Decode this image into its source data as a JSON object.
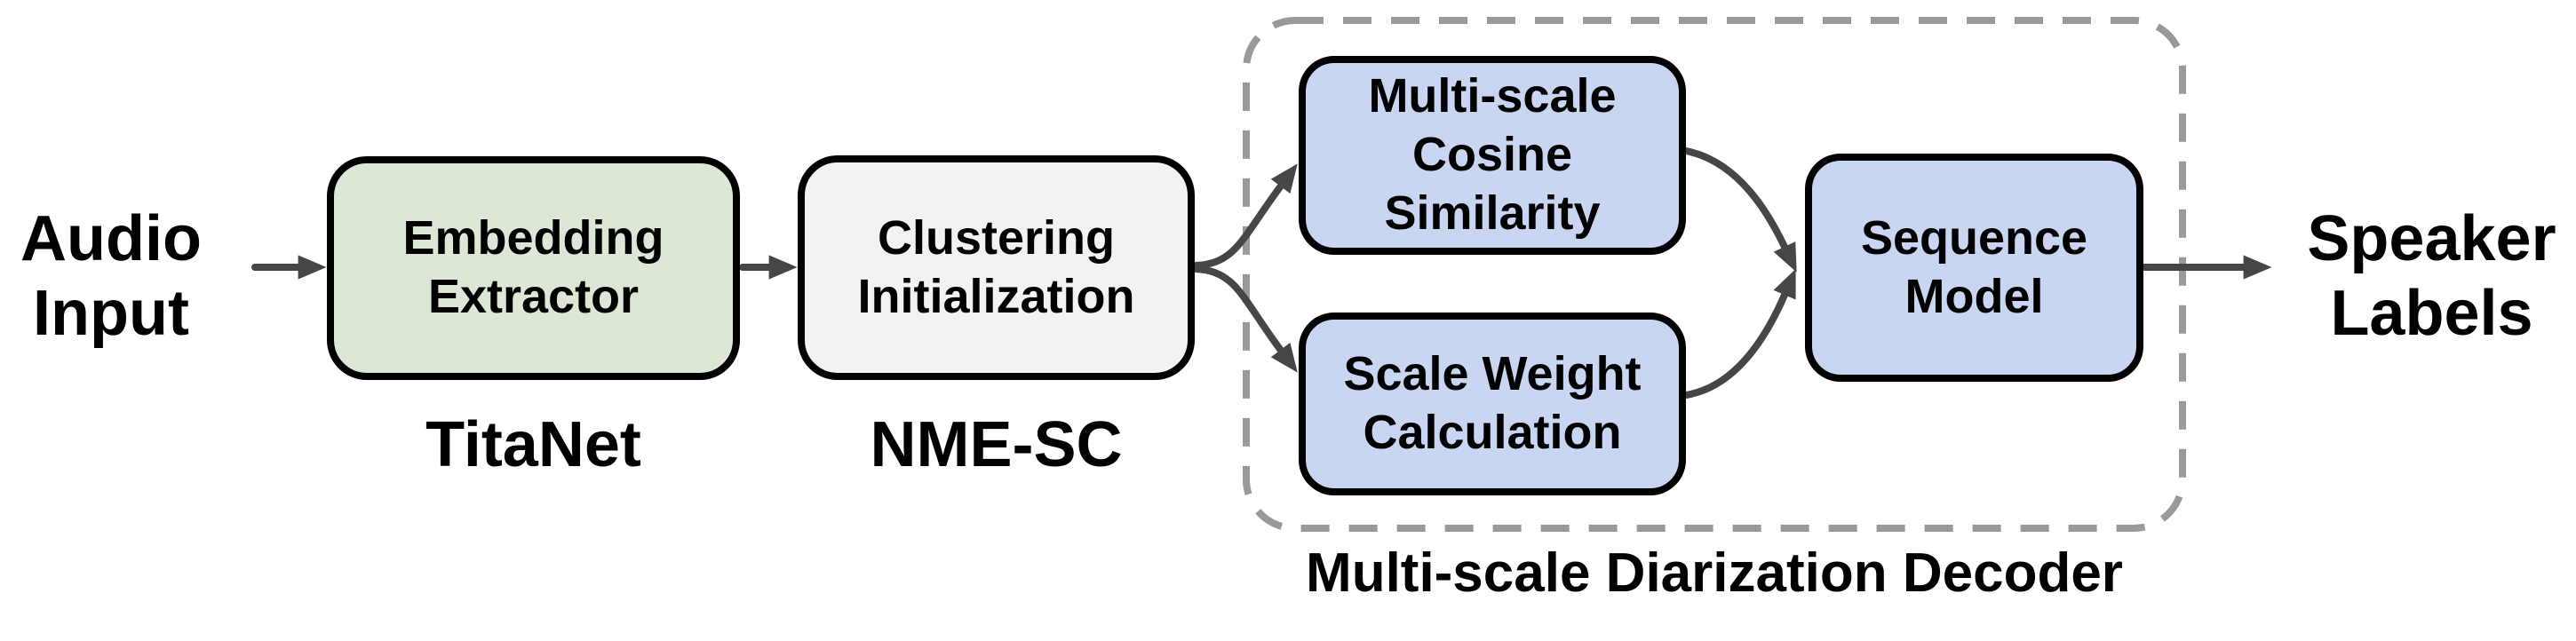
{
  "diagram": {
    "endpoints": {
      "input": {
        "label": [
          "Audio",
          "Input"
        ]
      },
      "output": {
        "label": [
          "Speaker",
          "Labels"
        ]
      }
    },
    "nodes": {
      "embedding_extractor": {
        "label": [
          "Embedding",
          "Extractor"
        ],
        "sublabel": "TitaNet",
        "fill": "#dce8d5"
      },
      "clustering_init": {
        "label": [
          "Clustering",
          "Initialization"
        ],
        "sublabel": "NME-SC",
        "fill": "#f2f2f2"
      },
      "ms_cosine_sim": {
        "label": [
          "Multi-scale",
          "Cosine",
          "Similarity"
        ],
        "fill": "#c9d6f2"
      },
      "scale_weight": {
        "label": [
          "Scale Weight",
          "Calculation"
        ],
        "fill": "#c9d6f2"
      },
      "sequence_model": {
        "label": [
          "Sequence",
          "Model"
        ],
        "fill": "#c9d6f2"
      }
    },
    "container": {
      "caption": "Multi-scale Diarization Decoder"
    },
    "connections": [
      {
        "from": "audio-input",
        "to": "embedding-extractor"
      },
      {
        "from": "embedding-extractor",
        "to": "clustering-initialization"
      },
      {
        "from": "clustering-initialization",
        "to": "multi-scale-cosine-similarity"
      },
      {
        "from": "clustering-initialization",
        "to": "scale-weight-calculation"
      },
      {
        "from": "multi-scale-cosine-similarity",
        "to": "sequence-model"
      },
      {
        "from": "scale-weight-calculation",
        "to": "sequence-model"
      },
      {
        "from": "sequence-model",
        "to": "speaker-labels"
      }
    ],
    "colors": {
      "arrow": "#464646",
      "dashed_border": "#999999",
      "box_border": "#000000",
      "text": "#000000",
      "background": "#ffffff",
      "node_green": "#dce8d5",
      "node_gray": "#f2f2f2",
      "node_blue": "#c9d6f2"
    }
  }
}
